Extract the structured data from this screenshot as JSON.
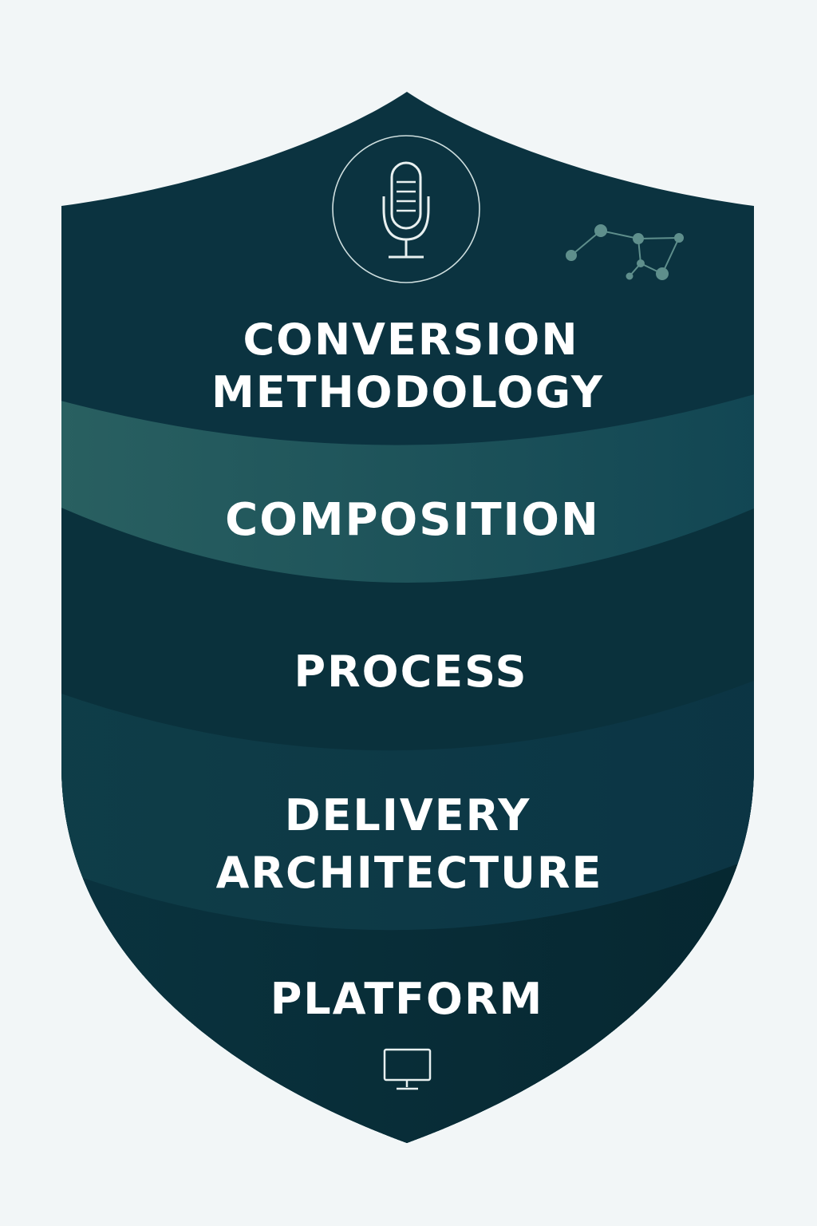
{
  "layers": [
    {
      "lines": [
        "CONVERSION",
        "METHODOLOGY"
      ]
    },
    {
      "lines": [
        "COMPOSITION"
      ]
    },
    {
      "lines": [
        "PROCESS"
      ]
    },
    {
      "lines": [
        "DELIVERY",
        "ARCHITECTURE"
      ]
    },
    {
      "lines": [
        "PLATFORM"
      ]
    }
  ],
  "icons": {
    "top": "microphone-icon",
    "bottom": "monitor-icon",
    "decoration": "constellation-icon"
  },
  "colors": {
    "background": "#f2f6f7",
    "shield_dark": "#0b3340",
    "band_light": "#245a5e",
    "band_mid": "#0d3a45",
    "band_deep": "#072a33",
    "text": "#ffffff",
    "accent_dots": "#5f8f8c"
  }
}
